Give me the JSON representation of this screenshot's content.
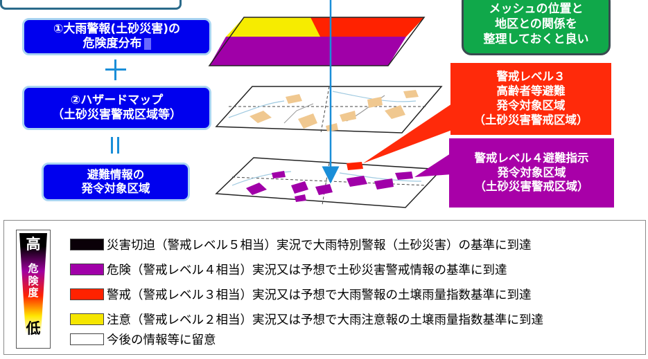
{
  "boxes": {
    "rain_line1": "①大雨警報(土砂災害)の",
    "rain_line2": "危険度分布",
    "hazard_line1": "②ハザードマップ",
    "hazard_line2": "（土砂災害警戒区域等）",
    "evac_line1": "避難情報の",
    "evac_line2": "発令対象区域"
  },
  "note": {
    "line1": "メッシュの位置と",
    "line2": "地区との関係を",
    "line3": "整理しておくと良い"
  },
  "callout_level3": {
    "line1": "警戒レベル３",
    "line2": "高齢者等避難",
    "line3": "発令対象区域",
    "line4": "（土砂災害警戒区域）"
  },
  "callout_level4": {
    "line1": "警戒レベル４避難指示",
    "line2": "発令対象区域",
    "line3": "（土砂災害警戒区域）"
  },
  "scale": {
    "high": "高",
    "mid1": "危",
    "mid2": "険",
    "mid3": "度",
    "low": "低"
  },
  "legend": [
    {
      "color": "#0a0008",
      "text": "災害切迫（警戒レベル５相当）実況で大雨特別警報（土砂災害）の基準に到達"
    },
    {
      "color": "#a000a8",
      "text": "危険（警戒レベル４相当）実況又は予想で土砂災害警戒情報の基準に到達"
    },
    {
      "color": "#ff2200",
      "text": "警戒（警戒レベル３相当）実況又は予想で大雨警報の土壌雨量指数基準に到達"
    },
    {
      "color": "#f5e600",
      "text": "注意（警戒レベル２相当）実況又は予想で大雨注意報の土壌雨量指数基準に到達"
    },
    {
      "color": "#ffffff",
      "text": "今後の情報等に留意"
    }
  ],
  "colors": {
    "box_blue": "#0000ee",
    "box_border": "#a9d4f2",
    "arrow_blue": "#1a8ed8",
    "note_green": "#10a84a",
    "level3_red": "#ff2a0a",
    "level4_purple": "#a800a8"
  }
}
